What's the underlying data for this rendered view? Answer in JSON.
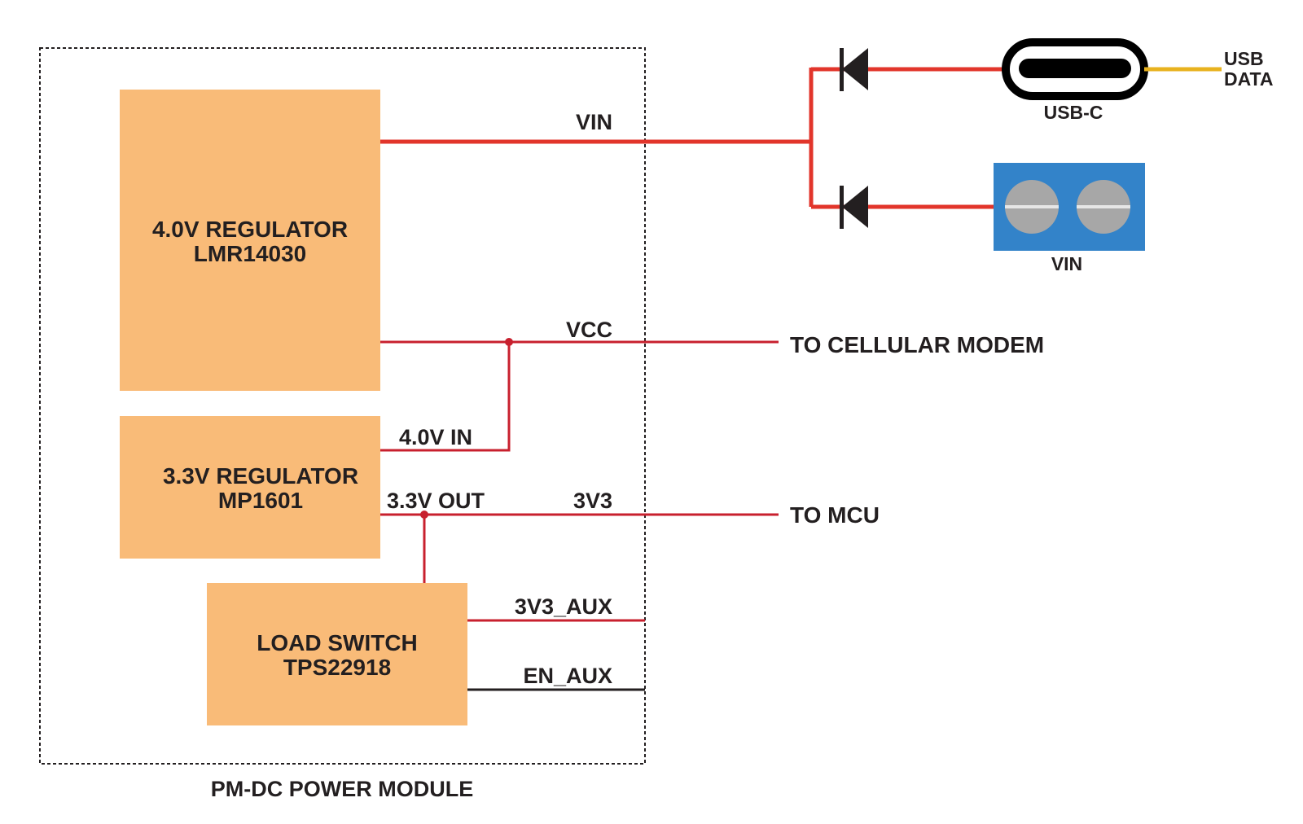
{
  "module_caption": "PM-DC POWER MODULE",
  "blocks": {
    "reg4v": {
      "line1": "4.0V REGULATOR",
      "line2": "LMR14030"
    },
    "reg33": {
      "line1": "3.3V REGULATOR",
      "line2": "MP1601"
    },
    "loadsw": {
      "line1": "LOAD SWITCH",
      "line2": "TPS22918"
    }
  },
  "nets": {
    "vin": "VIN",
    "vcc": "VCC",
    "in4v": "4.0V IN",
    "out33": "3.3V OUT",
    "n3v3": "3V3",
    "aux": "3V3_AUX",
    "en": "EN_AUX"
  },
  "destinations": {
    "modem": "TO CELLULAR MODEM",
    "mcu": "TO MCU"
  },
  "connectors": {
    "usbc": "USB-C",
    "usb_data_line1": "USB",
    "usb_data_line2": "DATA",
    "terminal": "VIN"
  },
  "colors": {
    "block_fill": "#f9bb78",
    "power_wire": "#e2352b",
    "signal_wire": "#c8202e",
    "control_wire": "#231f20",
    "usb_data_wire": "#e8b21e",
    "terminal_fill": "#3383c9",
    "screw_fill": "#a7a7a7"
  },
  "icons": [
    "diode-icon",
    "usb-c-connector-icon",
    "screw-terminal-icon"
  ]
}
